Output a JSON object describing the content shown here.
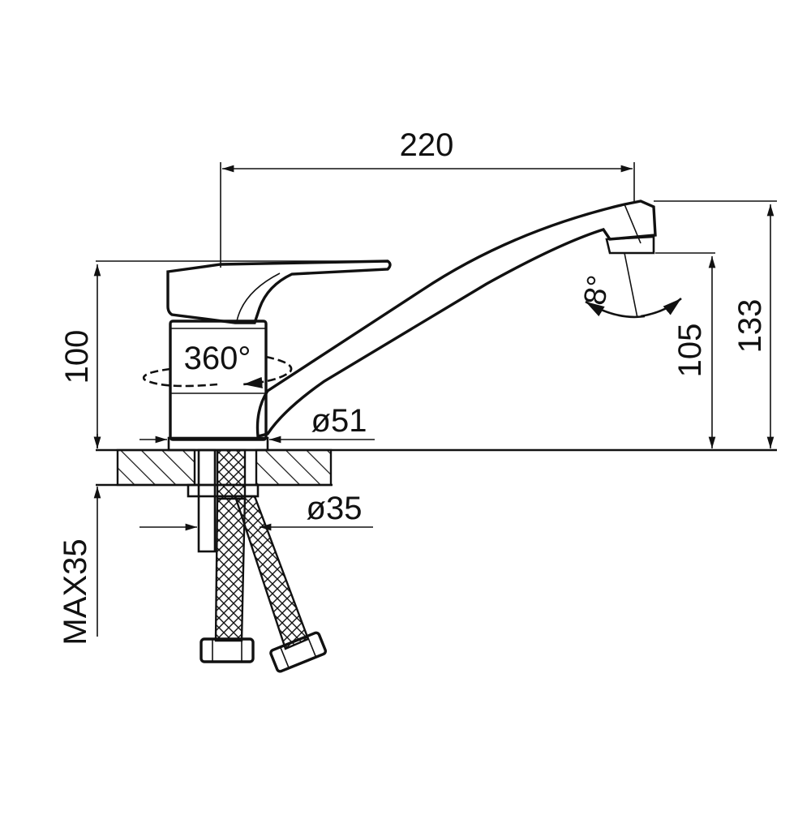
{
  "dimensions": {
    "spout_reach": "220",
    "body_height": "100",
    "outlet_height": "105",
    "total_height": "133",
    "body_diameter": "ø51",
    "shank_diameter": "ø35",
    "max_thickness": "MAX35",
    "swivel_angle": "360°",
    "aerator_angle": "8°"
  }
}
